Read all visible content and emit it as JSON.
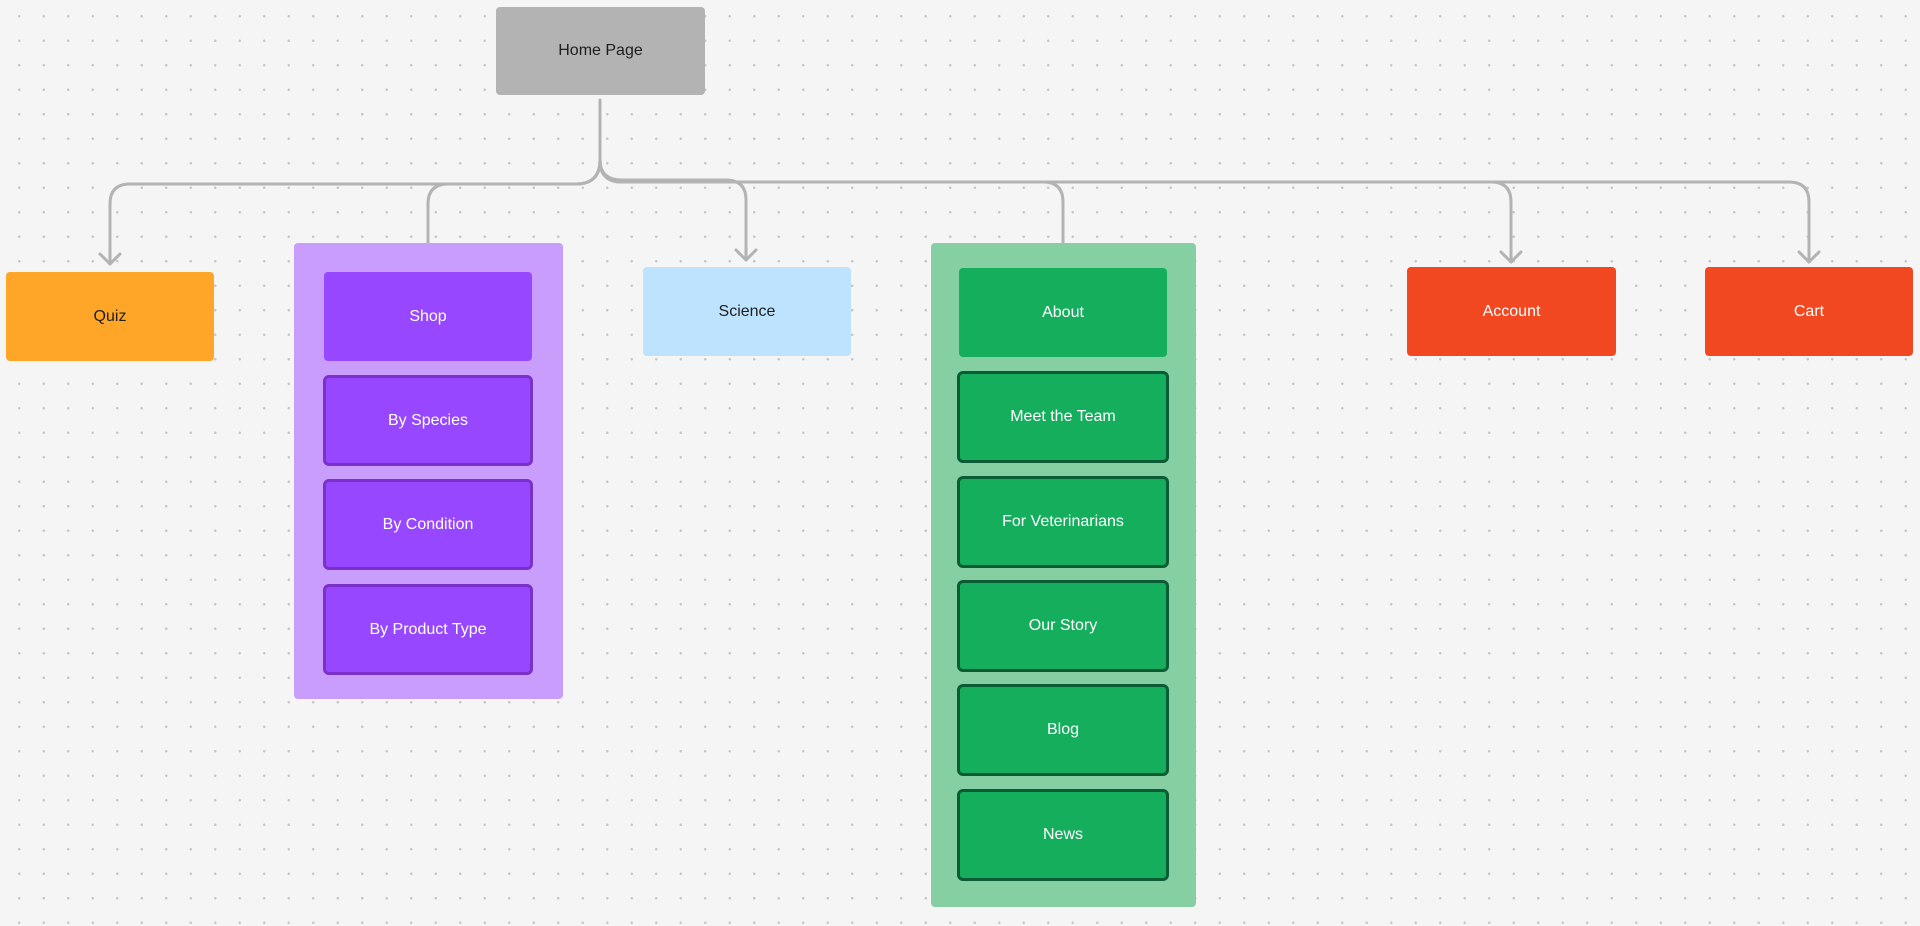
{
  "diagram": {
    "root": {
      "label": "Home Page"
    },
    "top_level": [
      {
        "id": "quiz",
        "label": "Quiz"
      },
      {
        "id": "shop",
        "label": "Shop"
      },
      {
        "id": "science",
        "label": "Science"
      },
      {
        "id": "about",
        "label": "About"
      },
      {
        "id": "account",
        "label": "Account"
      },
      {
        "id": "cart",
        "label": "Cart"
      }
    ],
    "shop_children": [
      {
        "label": "By Species"
      },
      {
        "label": "By Condition"
      },
      {
        "label": "By Product Type"
      }
    ],
    "about_children": [
      {
        "label": "Meet the Team"
      },
      {
        "label": "For Veterinarians"
      },
      {
        "label": "Our Story"
      },
      {
        "label": "Blog"
      },
      {
        "label": "News"
      }
    ]
  },
  "colors": {
    "background": "#f5f5f5",
    "connector": "#b3b3b3",
    "root": "#b3b3b3",
    "quiz": "#ffa629",
    "shop_group": "#c89dfb",
    "shop": "#9747ff",
    "science": "#bde3ff",
    "about_group": "#85cfa3",
    "about": "#14ae5c",
    "account": "#f24822",
    "cart": "#f24822"
  },
  "icons": {
    "connector_arrow": "chevron-down-arrowhead"
  }
}
